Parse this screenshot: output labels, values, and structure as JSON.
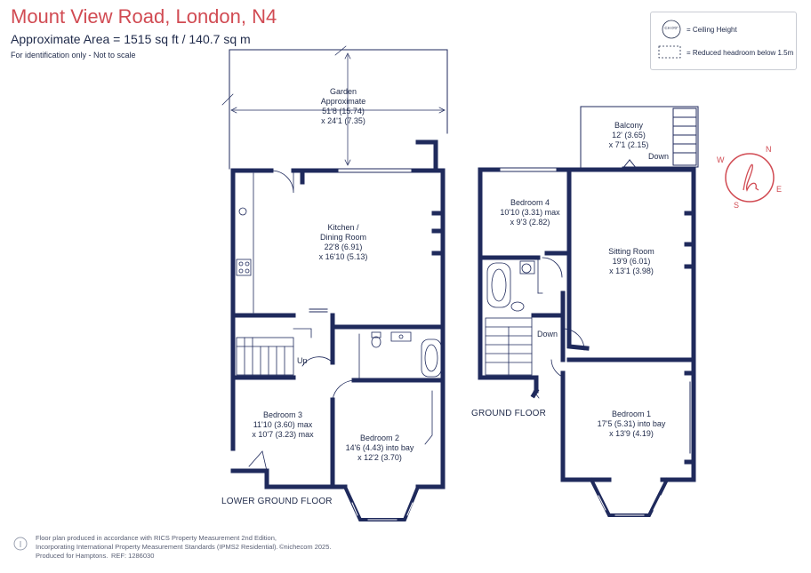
{
  "header": {
    "title": "Mount View Road, London, N4",
    "area": "Approximate Area = 1515 sq ft / 140.7 sq m",
    "note": "For identification only - Not to scale"
  },
  "legend": {
    "ceiling_icon_text": "CH 0'0\"",
    "ceiling_label": "= Ceiling Height",
    "reduced_label": "= Reduced headroom below 1.5m"
  },
  "compass": {
    "n": "N",
    "e": "E",
    "s": "S",
    "w": "W",
    "logo_letter": "h"
  },
  "rooms": {
    "garden": {
      "name": "Garden",
      "line2": "Approximate",
      "dim1": "51'8 (15.74)",
      "dim2": "x 24'1 (7.35)"
    },
    "kitchen": {
      "name": "Kitchen /",
      "line2": "Dining Room",
      "dim1": "22'8 (6.91)",
      "dim2": "x 16'10 (5.13)"
    },
    "bedroom3": {
      "name": "Bedroom 3",
      "dim1": "11'10 (3.60) max",
      "dim2": "x 10'7 (3.23) max"
    },
    "bedroom2": {
      "name": "Bedroom 2",
      "dim1": "14'6 (4.43) into bay",
      "dim2": "x 12'2 (3.70)"
    },
    "balcony": {
      "name": "Balcony",
      "dim1": "12' (3.65)",
      "dim2": "x 7'1 (2.15)"
    },
    "bedroom4": {
      "name": "Bedroom 4",
      "dim1": "10'10 (3.31) max",
      "dim2": "x 9'3 (2.82)"
    },
    "sitting": {
      "name": "Sitting Room",
      "dim1": "19'9 (6.01)",
      "dim2": "x 13'1 (3.98)"
    },
    "bedroom1": {
      "name": "Bedroom 1",
      "dim1": "17'5 (5.31) into bay",
      "dim2": "x 13'9 (4.19)"
    }
  },
  "labels": {
    "up": "Up",
    "down_stairs": "Down",
    "down_balcony": "Down",
    "lower_ground": "LOWER GROUND FLOOR",
    "ground": "GROUND FLOOR"
  },
  "footer": {
    "line1": "Floor plan produced in accordance with RICS Property Measurement 2nd Edition,",
    "line2": "Incorporating International Property Measurement Standards (IPMS2 Residential).",
    "copyright": "©nichecom 2025.",
    "line3": "Produced for Hamptons.",
    "ref": "REF:  1286030"
  },
  "colors": {
    "wall": "#1f2a5c",
    "title": "#d14b53",
    "text": "#1f2a4a",
    "compass": "#d14b53"
  }
}
